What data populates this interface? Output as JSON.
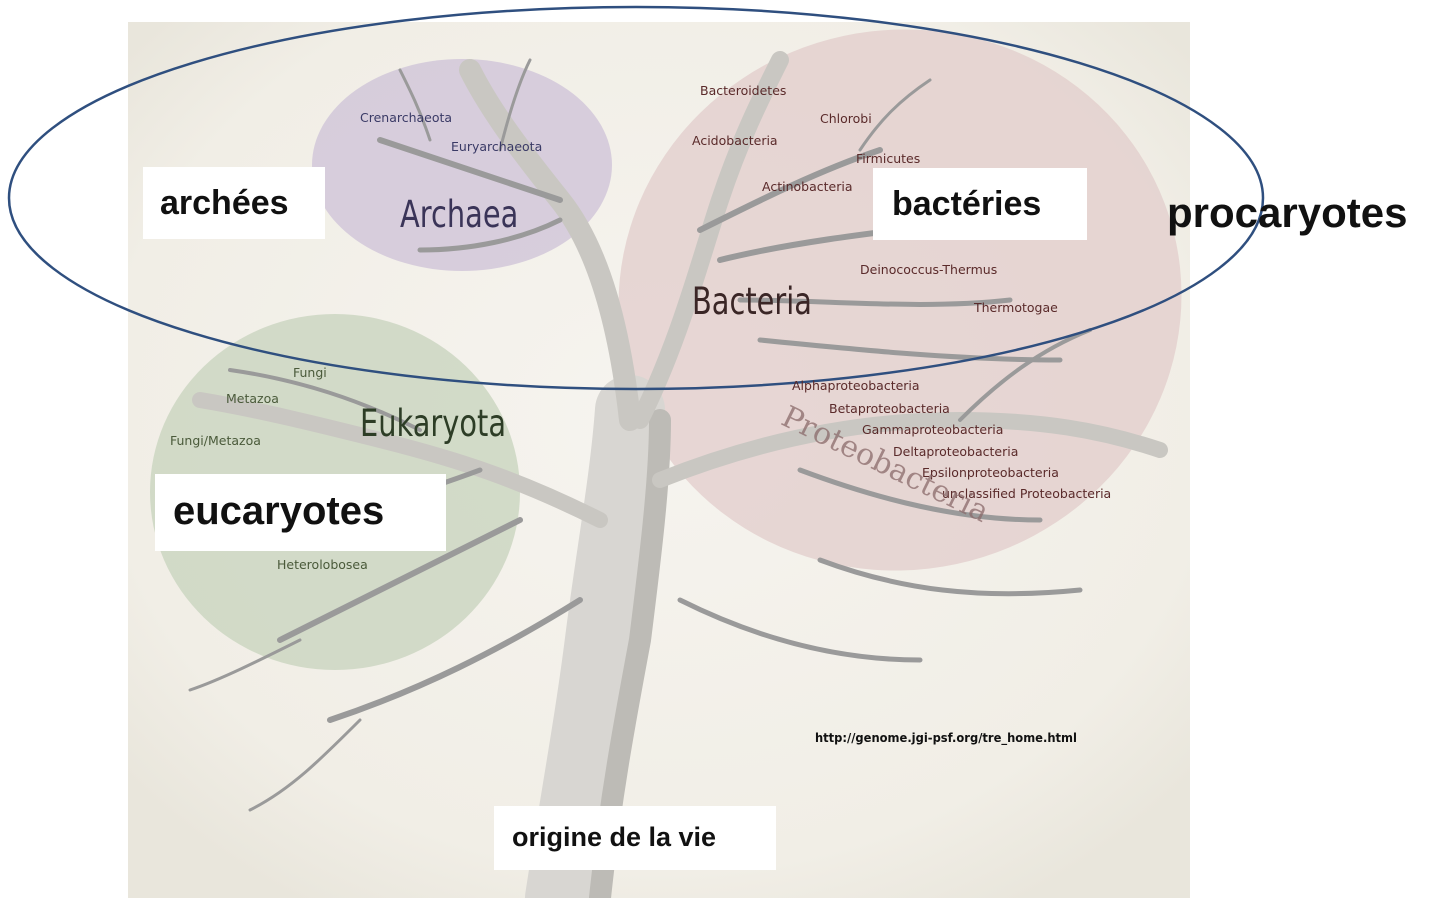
{
  "colors": {
    "archaea_circle": "#cfc4d8",
    "bacteria_circle": "#e2cccb",
    "eukaryota_circle": "#c9d4bf",
    "ellipse_stroke": "#2f4f7f",
    "background_panel": "#f4f1ea"
  },
  "annotations": {
    "archaea_fr": "archées",
    "bacteria_fr": "bactéries",
    "prokaryotes_fr": "procaryotes",
    "eukaryotes_fr": "eucaryotes",
    "origin_fr": "origine de la vie"
  },
  "domains": {
    "archaea": "Archaea",
    "bacteria": "Bacteria",
    "eukaryota": "Eukaryota",
    "proteobacteria": "Proteobacteria"
  },
  "archaea_taxa": [
    "Crenarchaeota",
    "Euryarchaeota"
  ],
  "bacteria_taxa": {
    "bacteroidetes": "Bacteroidetes",
    "chlorobi": "Chlorobi",
    "acidobacteria": "Acidobacteria",
    "firmicutes": "Firmicutes",
    "actinobacteria": "Actinobacteria",
    "deinococcus": "Deinococcus-Thermus",
    "thermotogae": "Thermotogae"
  },
  "proteobacteria_taxa": [
    "Alphaproteobacteria",
    "Betaproteobacteria",
    "Gammaproteobacteria",
    "Deltaproteobacteria",
    "Epsilonproteobacteria",
    "unclassified Proteobacteria"
  ],
  "eukaryota_taxa": {
    "fungi": "Fungi",
    "metazoa": "Metazoa",
    "fungi_metazoa": "Fungi/Metazoa",
    "heterolobosea": "Heterolobosea"
  },
  "source_url": "http://genome.jgi-psf.org/tre_home.html"
}
